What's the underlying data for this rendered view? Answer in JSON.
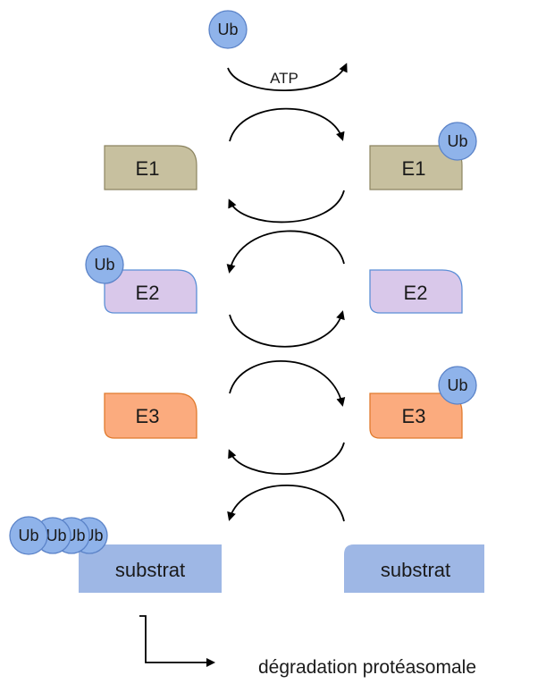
{
  "diagram": {
    "ub_label": "Ub",
    "atp_label": "ATP",
    "ub_chain": [
      "Ub",
      "Ub",
      "Ub",
      "Ub"
    ],
    "enzymes": {
      "e1": "E1",
      "e2": "E2",
      "e3": "E3"
    },
    "substrate": "substrat",
    "outcome": "dégradation protéasomale"
  },
  "colors": {
    "e1_fill": "#c7c09f",
    "e1_stroke": "#8c8460",
    "e2_fill": "#d9c8ea",
    "e2_stroke": "#5b8fd6",
    "e3_fill": "#fbab7e",
    "e3_stroke": "#e07a2d",
    "substrate_fill": "#9eb7e5",
    "ub_fill": "#8fb3ea",
    "ub_stroke": "#5b83c8"
  }
}
